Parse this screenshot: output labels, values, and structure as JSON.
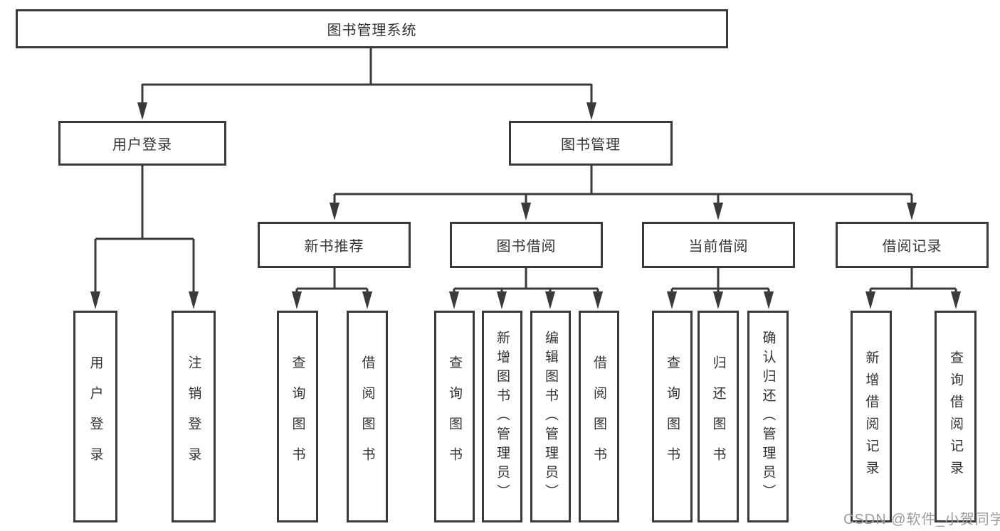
{
  "tree": {
    "root": "图书管理系统",
    "branches": [
      {
        "label": "用户登录",
        "children": [
          "用户登录",
          "注销登录"
        ]
      },
      {
        "label": "图书管理",
        "groups": [
          {
            "label": "新书推荐",
            "children": [
              "查询图书",
              "借阅图书"
            ]
          },
          {
            "label": "图书借阅",
            "children": [
              "查询图书",
              "新增图书（管理员）",
              "编辑图书（管理员）",
              "借阅图书"
            ]
          },
          {
            "label": "当前借阅",
            "children": [
              "查询图书",
              "归还图书",
              "确认归还（管理员）"
            ]
          },
          {
            "label": "借阅记录",
            "children": [
              "新增借阅记录",
              "查询借阅记录"
            ]
          }
        ]
      }
    ]
  },
  "watermark": "CSDN @软件_小贺同学",
  "colors": {
    "line": "#3a3a3a",
    "text": "#333333",
    "watermark": "#9b9ba1",
    "background": "#ffffff"
  }
}
